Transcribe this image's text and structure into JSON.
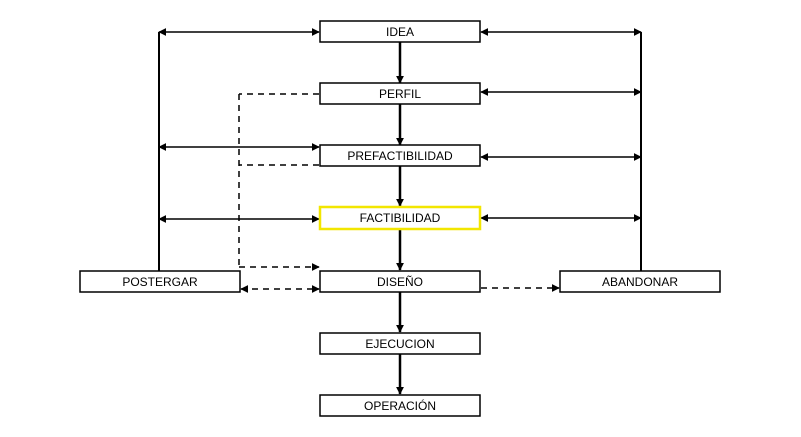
{
  "colors": {
    "stroke": "#000000",
    "highlight": "#f2e600",
    "background": "#ffffff"
  },
  "boxes": {
    "idea": "IDEA",
    "perfil": "PERFIL",
    "prefactibilidad": "PREFACTIBILIDAD",
    "factibilidad": "FACTIBILIDAD",
    "diseno": "DISEÑO",
    "ejecucion": "EJECUCION",
    "operacion": "OPERACIÓN",
    "postergar": "POSTERGAR",
    "abandonar": "ABANDONAR"
  }
}
